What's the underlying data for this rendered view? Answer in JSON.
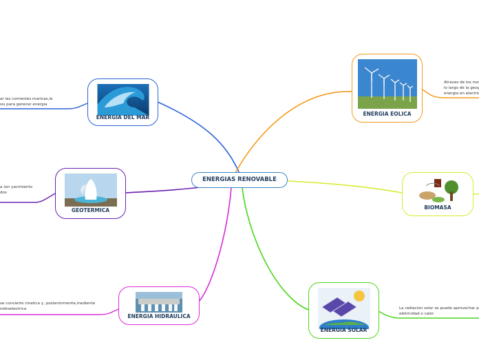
{
  "center": {
    "title": "ENERGIAS RENOVABLE"
  },
  "nodes": {
    "mar": {
      "label": "ENERGIA DEL MAR",
      "note": [
        "ar las corrientes marinas,la",
        "sis para generar energia"
      ],
      "color": "#2a62d8",
      "icon": "ocean-wave-image"
    },
    "geo": {
      "label": "GEOTERMICA",
      "note": [
        "a (en yacimiento",
        "dos"
      ],
      "color": "#6a1fb0",
      "icon": "geyser-image"
    },
    "hidra": {
      "label": "ENERGIA HIDRAULICA",
      "note": [
        "se convierte  cinetica y, posteriormente,mediente",
        "nidroelectrica"
      ],
      "color": "#d72cd7",
      "icon": "dam-image"
    },
    "eolica": {
      "label": "ENERGIA EOLICA",
      "note": [
        "Atraves de los mol",
        "lo largo de la geog",
        "energia en electric"
      ],
      "color": "#f59a1c",
      "icon": "wind-turbines-image"
    },
    "biomasa": {
      "label": "BIOMASA",
      "note": [],
      "color": "#d6ec2c",
      "icon": "biomass-image"
    },
    "solar": {
      "label": "ENERGIA SOLAR",
      "note": [
        "La radiacion solar se puede aprovechar  p",
        "eletricidad o calor"
      ],
      "color": "#48d619",
      "icon": "solar-panel-image"
    }
  }
}
